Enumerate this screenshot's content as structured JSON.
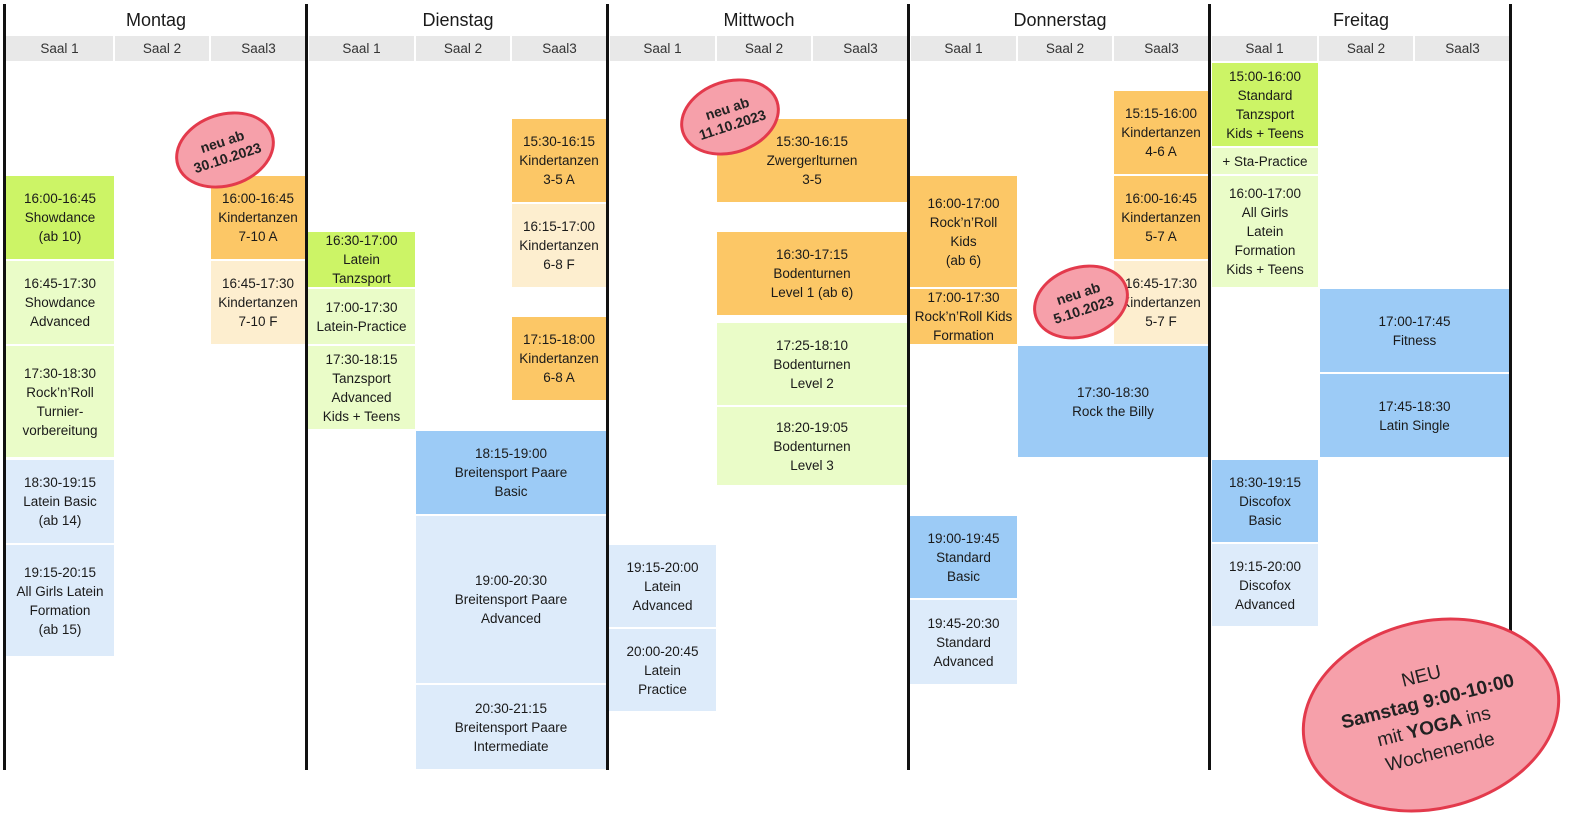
{
  "days": [
    "Montag",
    "Dienstag",
    "Mittwoch",
    "Donnerstag",
    "Freitag"
  ],
  "rooms": [
    "Saal 1",
    "Saal 2",
    "Saal3"
  ],
  "classes": {
    "mo_1600": [
      "16:00-16:45",
      "Showdance",
      "(ab 10)"
    ],
    "mo_1645": [
      "16:45-17:30",
      "Showdance",
      "Advanced"
    ],
    "mo_1730": [
      "17:30-18:30",
      "Rock’n’Roll",
      "Turnier-",
      "vorbereitung"
    ],
    "mo_1830": [
      "18:30-19:15",
      "Latein Basic",
      "(ab 14)"
    ],
    "mo_1915": [
      "19:15-20:15",
      "All Girls Latein",
      "Formation",
      "(ab 15)"
    ],
    "mo_s3_1600": [
      "16:00-16:45",
      "Kindertanzen",
      "7-10 A"
    ],
    "mo_s3_1645": [
      "16:45-17:30",
      "Kindertanzen",
      "7-10 F"
    ],
    "di_1630": [
      "16:30-17:00",
      "Latein",
      "Tanzsport"
    ],
    "di_1700": [
      "17:00-17:30",
      "Latein-Practice"
    ],
    "di_1730": [
      "17:30-18:15",
      "Tanzsport",
      "Advanced",
      "Kids + Teens"
    ],
    "di_s2_1815": [
      "18:15-19:00",
      "Breitensport Paare",
      "Basic"
    ],
    "di_s2_1900": [
      "19:00-20:30",
      "Breitensport Paare",
      "Advanced"
    ],
    "di_s2_2030": [
      "20:30-21:15",
      "Breitensport Paare",
      "Intermediate"
    ],
    "di_s3_1530": [
      "15:30-16:15",
      "Kindertanzen",
      "3-5 A"
    ],
    "di_s3_1615": [
      "16:15-17:00",
      "Kindertanzen",
      "6-8 F"
    ],
    "di_s3_1715": [
      "17:15-18:00",
      "Kindertanzen",
      "6-8 A"
    ],
    "mi_1915": [
      "19:15-20:00",
      "Latein",
      "Advanced"
    ],
    "mi_2000": [
      "20:00-20:45",
      "Latein",
      "Practice"
    ],
    "mi_1530": [
      "15:30-16:15",
      "Zwergerlturnen",
      "3-5"
    ],
    "mi_1630": [
      "16:30-17:15",
      "Bodenturnen",
      "Level 1 (ab 6)"
    ],
    "mi_1725": [
      "17:25-18:10",
      "Bodenturnen",
      "Level 2"
    ],
    "mi_1820": [
      "18:20-19:05",
      "Bodenturnen",
      "Level 3"
    ],
    "do_1600": [
      "16:00-17:00",
      "Rock’n’Roll",
      "Kids",
      "(ab 6)"
    ],
    "do_1700": [
      "17:00-17:30",
      "Rock’n’Roll Kids",
      "Formation"
    ],
    "do_1900": [
      "19:00-19:45",
      "Standard",
      "Basic"
    ],
    "do_1945": [
      "19:45-20:30",
      "Standard",
      "Advanced"
    ],
    "do_s2_1730": [
      "17:30-18:30",
      "Rock the Billy"
    ],
    "do_s3_1515": [
      "15:15-16:00",
      "Kindertanzen",
      "4-6 A"
    ],
    "do_s3_1600": [
      "16:00-16:45",
      "Kindertanzen",
      "5-7 A"
    ],
    "do_s3_1645": [
      "16:45-17:30",
      "Kindertanzen",
      "5-7 F"
    ],
    "fr_1500": [
      "15:00-16:00",
      "Standard",
      "Tanzsport",
      "Kids + Teens"
    ],
    "fr_sta": [
      "+ Sta-Practice"
    ],
    "fr_1600": [
      "16:00-17:00",
      "All Girls",
      "Latein",
      "Formation",
      "Kids + Teens"
    ],
    "fr_1830": [
      "18:30-19:15",
      "Discofox",
      "Basic"
    ],
    "fr_1915": [
      "19:15-20:00",
      "Discofox",
      "Advanced"
    ],
    "fr_s2_1700": [
      "17:00-17:45",
      "Fitness"
    ],
    "fr_s2_1745": [
      "17:45-18:30",
      "Latin Single"
    ]
  },
  "badges": {
    "mo": [
      "neu ab",
      "30.10.2023"
    ],
    "mi": [
      "neu ab",
      "11.10.2023"
    ],
    "do": [
      "neu ab",
      "5.10.2023"
    ]
  },
  "notice": {
    "line1": "NEU",
    "line2": "Samstag 9:00-10:00",
    "line3_pre": "mit ",
    "line3_bold": "YOGA",
    "line3_post": " ins",
    "line4": "Wochenende"
  },
  "colors": {
    "green": "#ccf466",
    "light_green": "#eafcc8",
    "orange": "#fcc766",
    "light_orange": "#fdeecf",
    "blue": "#9ccbf6",
    "light_blue": "#ddebfa",
    "badge_fill": "#f6a0aa",
    "badge_border": "#e33a4c"
  }
}
